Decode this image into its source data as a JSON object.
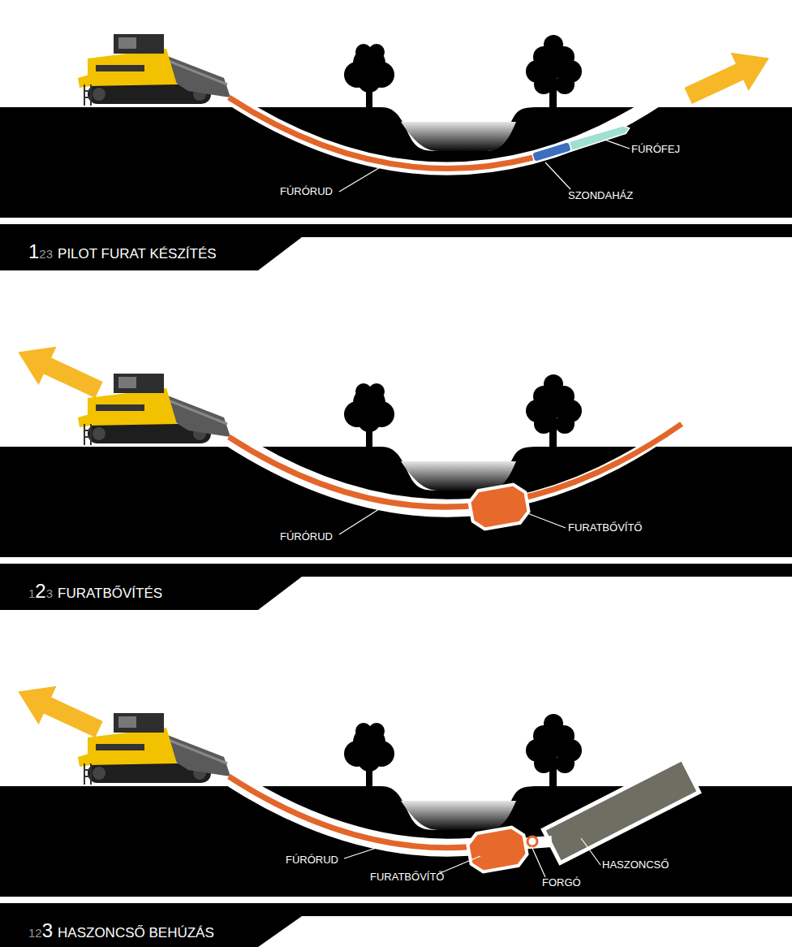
{
  "diagram": {
    "nodes": [
      {
        "text": [
          "1",
          "23",
          "PILOT FURAT KÉSZÍTÉS"
        ]
      },
      {
        "text": [
          "1",
          "2",
          "3",
          "FURATBŐVÍTÉS"
        ]
      },
      {
        "text": [
          "12",
          "3",
          "HASZONCSŐ BEHÚZÁS"
        ]
      }
    ],
    "labels": [
      "FÚRÓRUD",
      "SZONDAHÁZ",
      "FÚRÓFEJ",
      "FÚRÓRUD",
      "FURATBŐVÍTŐ",
      "FÚRÓRUD",
      "FURATBŐVÍTŐ",
      "FORGÓ",
      "HASZONCSŐ"
    ]
  }
}
